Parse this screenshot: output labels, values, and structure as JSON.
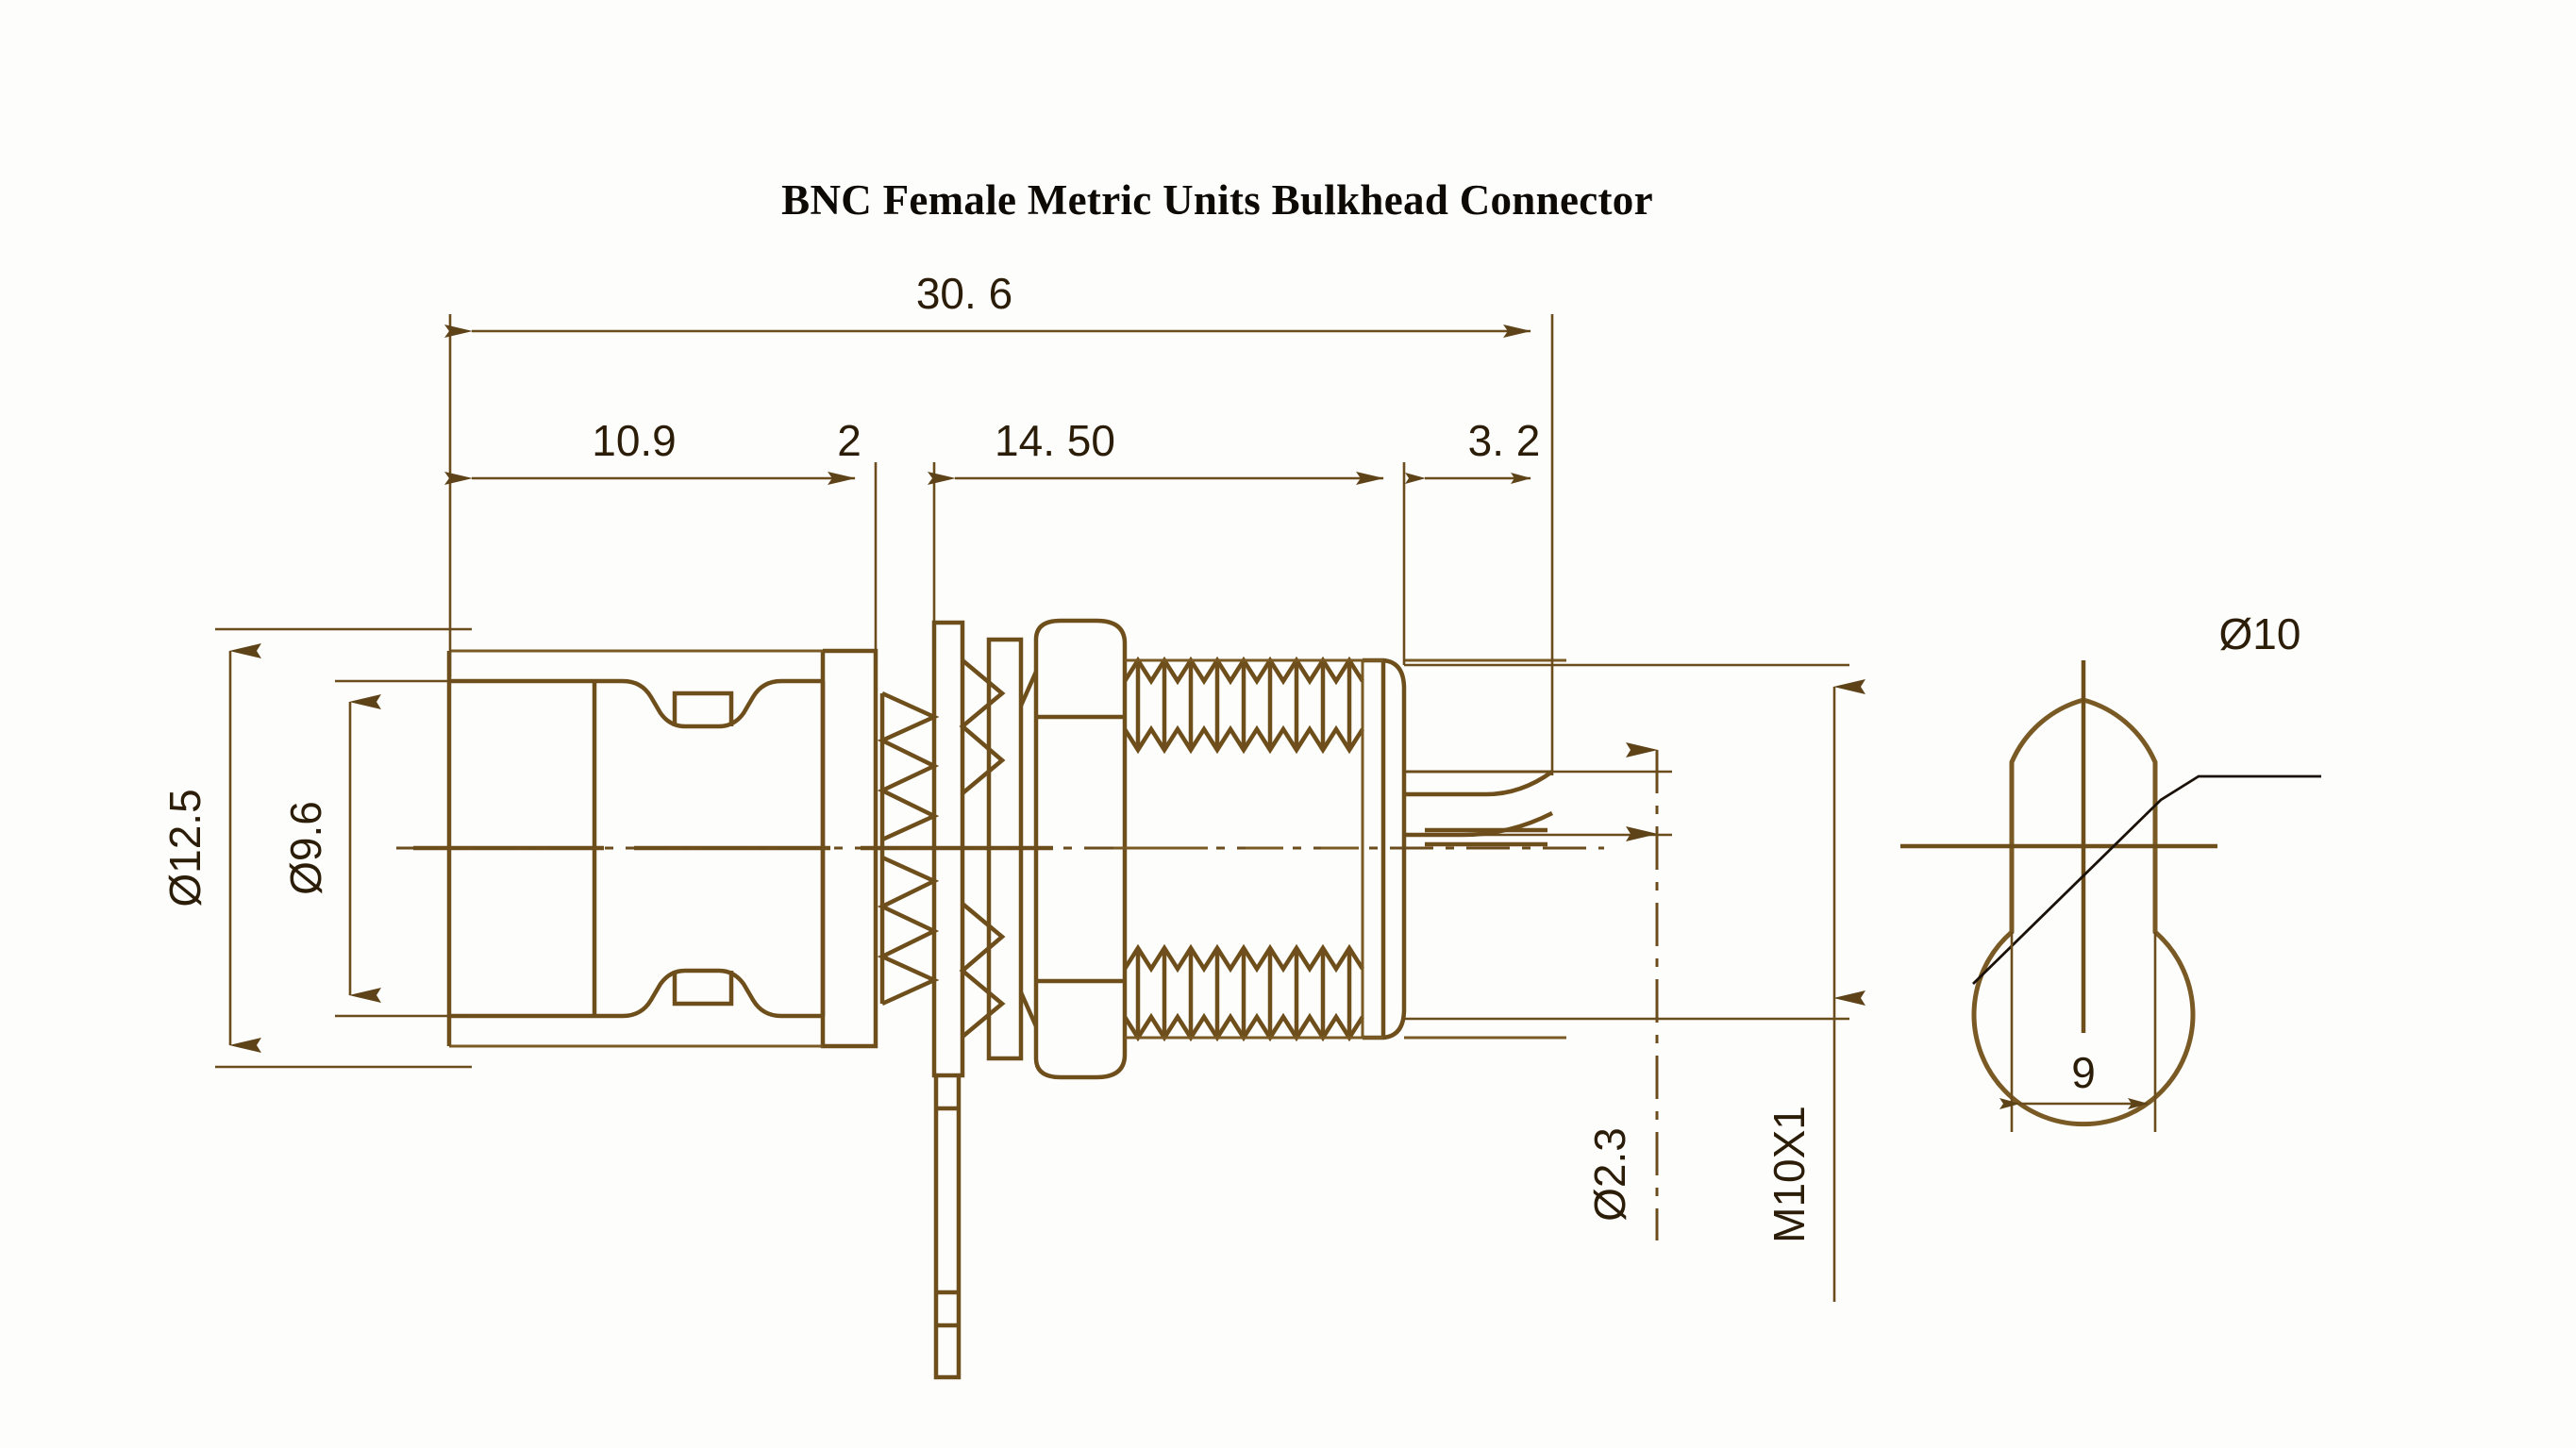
{
  "drawing": {
    "title": "BNC Female Metric Units Bulkhead Connector",
    "units": "mm",
    "line_color": "#6e4f1c",
    "text_color": "#2b1d08",
    "background": "#fdfdfb"
  },
  "dimensions": {
    "overall_length": "30. 6",
    "coupling_nut_length": "10.9",
    "flange_thickness": "2",
    "thread_section_length": "14. 50",
    "pin_length": "3. 2",
    "coupling_nut_diameter": "Ø12.5",
    "body_diameter": "Ø9.6",
    "pin_diameter": "Ø2.3",
    "thread_spec": "M10X1",
    "front_view_diameter": "Ø10",
    "front_view_across_flats": "9"
  },
  "labels": [
    {
      "id": "overall-length",
      "text": "30. 6",
      "orientation": "horizontal"
    },
    {
      "id": "coupling-nut-length",
      "text": "10.9",
      "orientation": "horizontal"
    },
    {
      "id": "flange-thickness",
      "text": "2",
      "orientation": "horizontal"
    },
    {
      "id": "thread-section-length",
      "text": "14. 50",
      "orientation": "horizontal"
    },
    {
      "id": "pin-length",
      "text": "3. 2",
      "orientation": "horizontal"
    },
    {
      "id": "coupling-nut-diameter",
      "text": "Ø12.5",
      "orientation": "vertical-ccw"
    },
    {
      "id": "body-diameter",
      "text": "Ø9.6",
      "orientation": "vertical-ccw"
    },
    {
      "id": "pin-diameter",
      "text": "Ø2.3",
      "orientation": "vertical-ccw"
    },
    {
      "id": "thread-spec",
      "text": "M10X1",
      "orientation": "vertical-ccw"
    },
    {
      "id": "front-view-diameter",
      "text": "Ø10",
      "orientation": "horizontal"
    },
    {
      "id": "front-view-across-flats",
      "text": "9",
      "orientation": "horizontal"
    }
  ],
  "views": {
    "side_view": {
      "name": "side-section-view"
    },
    "front_view": {
      "name": "front-end-view"
    }
  }
}
